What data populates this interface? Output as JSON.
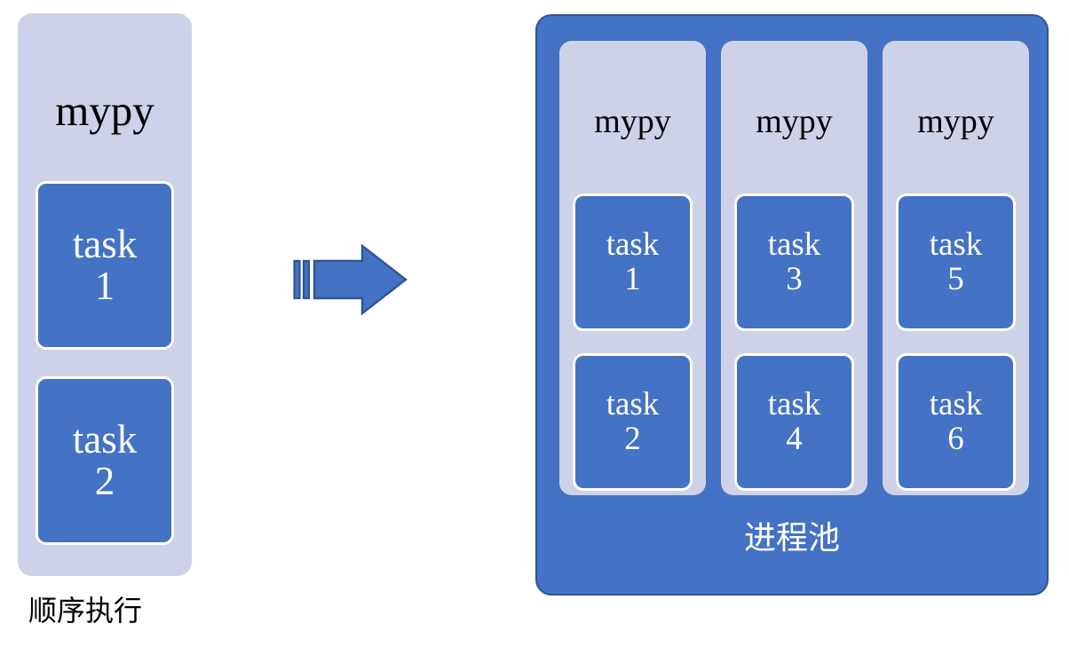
{
  "diagram": {
    "title": "mypy sequential execution versus process pool",
    "colors": {
      "chip_blue": "#4472C4",
      "container_light": "#CDD2E8",
      "pool_border": "#2F5597",
      "chip_border": "#FFFFFF",
      "text_dark": "#000000",
      "text_light": "#FFFFFF",
      "background": "#FFFFFF"
    },
    "sequential": {
      "header": "mypy",
      "caption": "顺序执行",
      "tasks": [
        {
          "word": "task",
          "num": "1"
        },
        {
          "word": "task",
          "num": "2"
        }
      ]
    },
    "arrow": {
      "icon_name": "right-arrow-icon",
      "direction": "right"
    },
    "pool": {
      "caption": "进程池",
      "workers": [
        {
          "header": "mypy",
          "tasks": [
            {
              "word": "task",
              "num": "1"
            },
            {
              "word": "task",
              "num": "2"
            }
          ]
        },
        {
          "header": "mypy",
          "tasks": [
            {
              "word": "task",
              "num": "3"
            },
            {
              "word": "task",
              "num": "4"
            }
          ]
        },
        {
          "header": "mypy",
          "tasks": [
            {
              "word": "task",
              "num": "5"
            },
            {
              "word": "task",
              "num": "6"
            }
          ]
        }
      ]
    }
  }
}
